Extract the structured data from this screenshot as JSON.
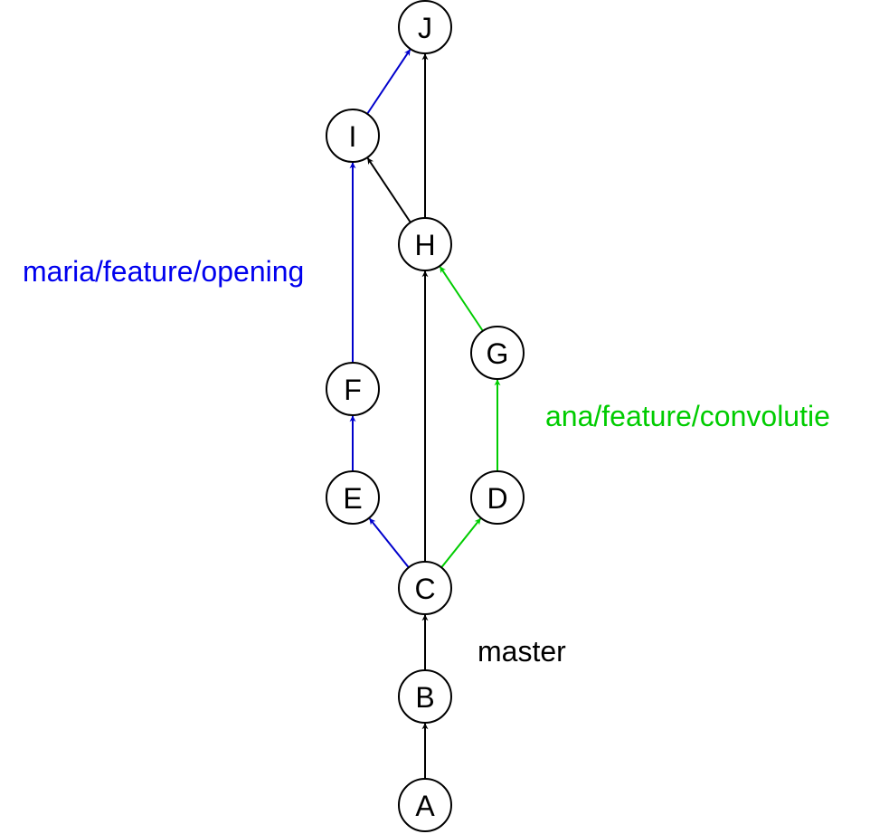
{
  "colors": {
    "black": "#000000",
    "blue": "#0000CC",
    "green": "#00CC00",
    "blue_text": "#0000EE",
    "green_text": "#00CC00"
  },
  "nodes": [
    {
      "id": "A",
      "label": "A"
    },
    {
      "id": "B",
      "label": "B"
    },
    {
      "id": "C",
      "label": "C"
    },
    {
      "id": "D",
      "label": "D"
    },
    {
      "id": "E",
      "label": "E"
    },
    {
      "id": "F",
      "label": "F"
    },
    {
      "id": "G",
      "label": "G"
    },
    {
      "id": "H",
      "label": "H"
    },
    {
      "id": "I",
      "label": "I"
    },
    {
      "id": "J",
      "label": "J"
    }
  ],
  "edges": [
    {
      "from": "A",
      "to": "B",
      "branch": "master"
    },
    {
      "from": "B",
      "to": "C",
      "branch": "master"
    },
    {
      "from": "C",
      "to": "H",
      "branch": "master"
    },
    {
      "from": "H",
      "to": "J",
      "branch": "master"
    },
    {
      "from": "H",
      "to": "I",
      "branch": "master"
    },
    {
      "from": "C",
      "to": "E",
      "branch": "maria"
    },
    {
      "from": "E",
      "to": "F",
      "branch": "maria"
    },
    {
      "from": "F",
      "to": "I",
      "branch": "maria"
    },
    {
      "from": "I",
      "to": "J",
      "branch": "maria"
    },
    {
      "from": "C",
      "to": "D",
      "branch": "ana"
    },
    {
      "from": "D",
      "to": "G",
      "branch": "ana"
    },
    {
      "from": "G",
      "to": "H",
      "branch": "ana"
    }
  ],
  "branch_labels": {
    "master": "master",
    "maria": "maria/feature/opening",
    "ana": "ana/feature/convolutie"
  }
}
